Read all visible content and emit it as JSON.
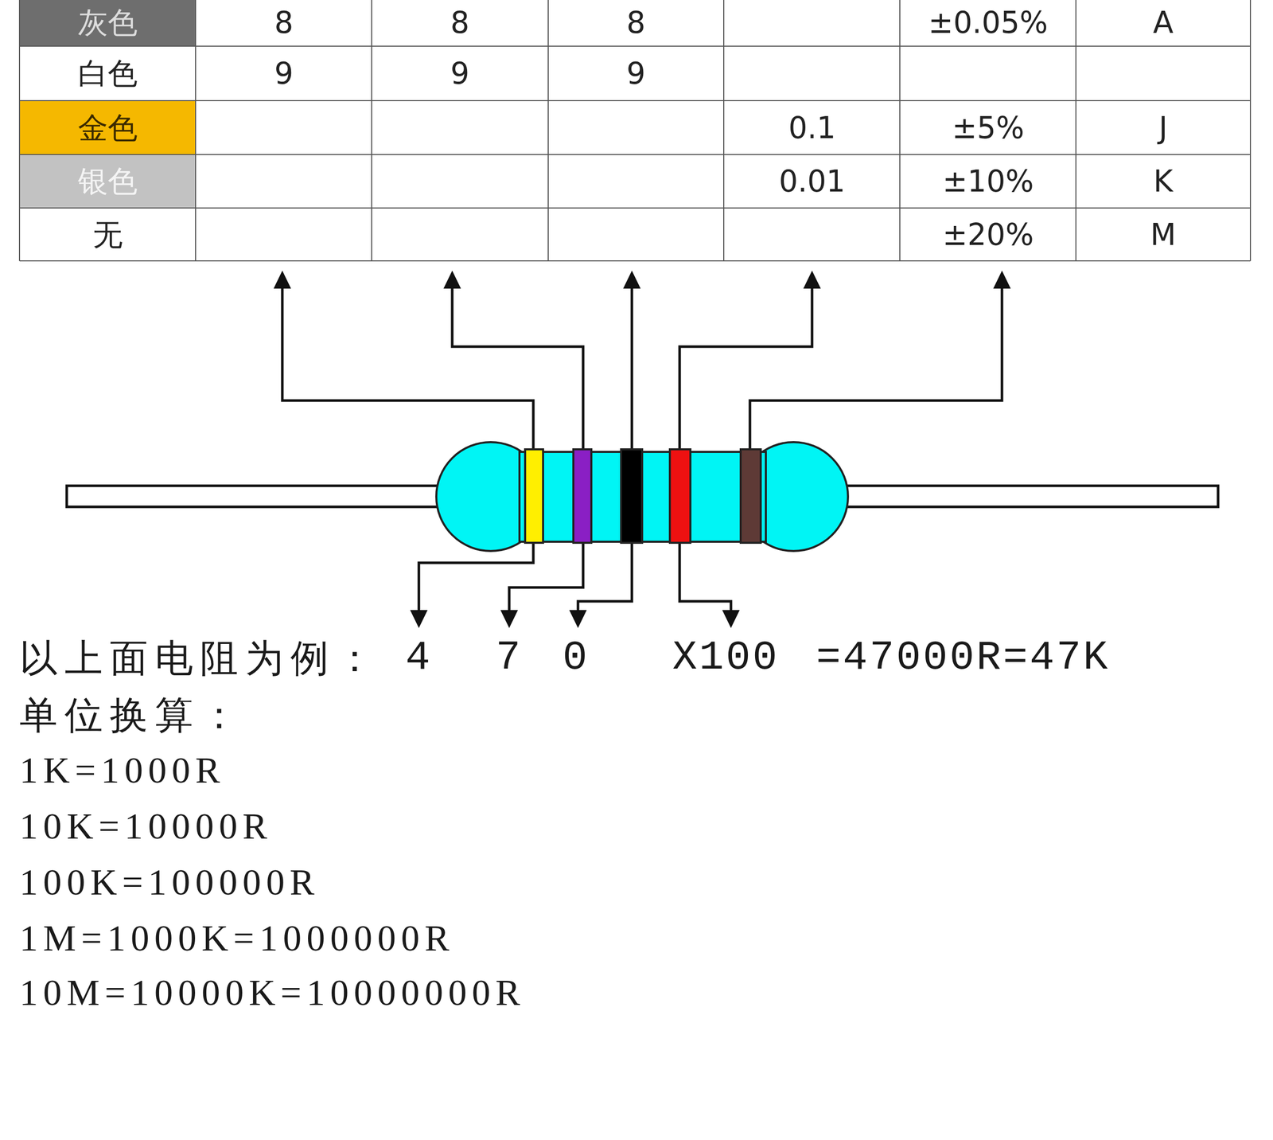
{
  "diagram": {
    "labels": [
      "灰色",
      "8",
      "8",
      "8",
      "±0.05%",
      "A",
      "白色",
      "9",
      "9",
      "9",
      "金色",
      "0.1",
      "±5%",
      "J",
      "银色",
      "0.01",
      "±10%",
      "K",
      "无",
      "±20%",
      "M",
      "以上面电阻为例：",
      "4",
      "7",
      "0",
      "X100",
      "=47000R=47K",
      "单位换算：",
      "1K=1000R",
      "10K=10000R",
      "100K=100000R",
      "1M=1000K=1000000R",
      "10M=10000K=10000000R"
    ]
  }
}
